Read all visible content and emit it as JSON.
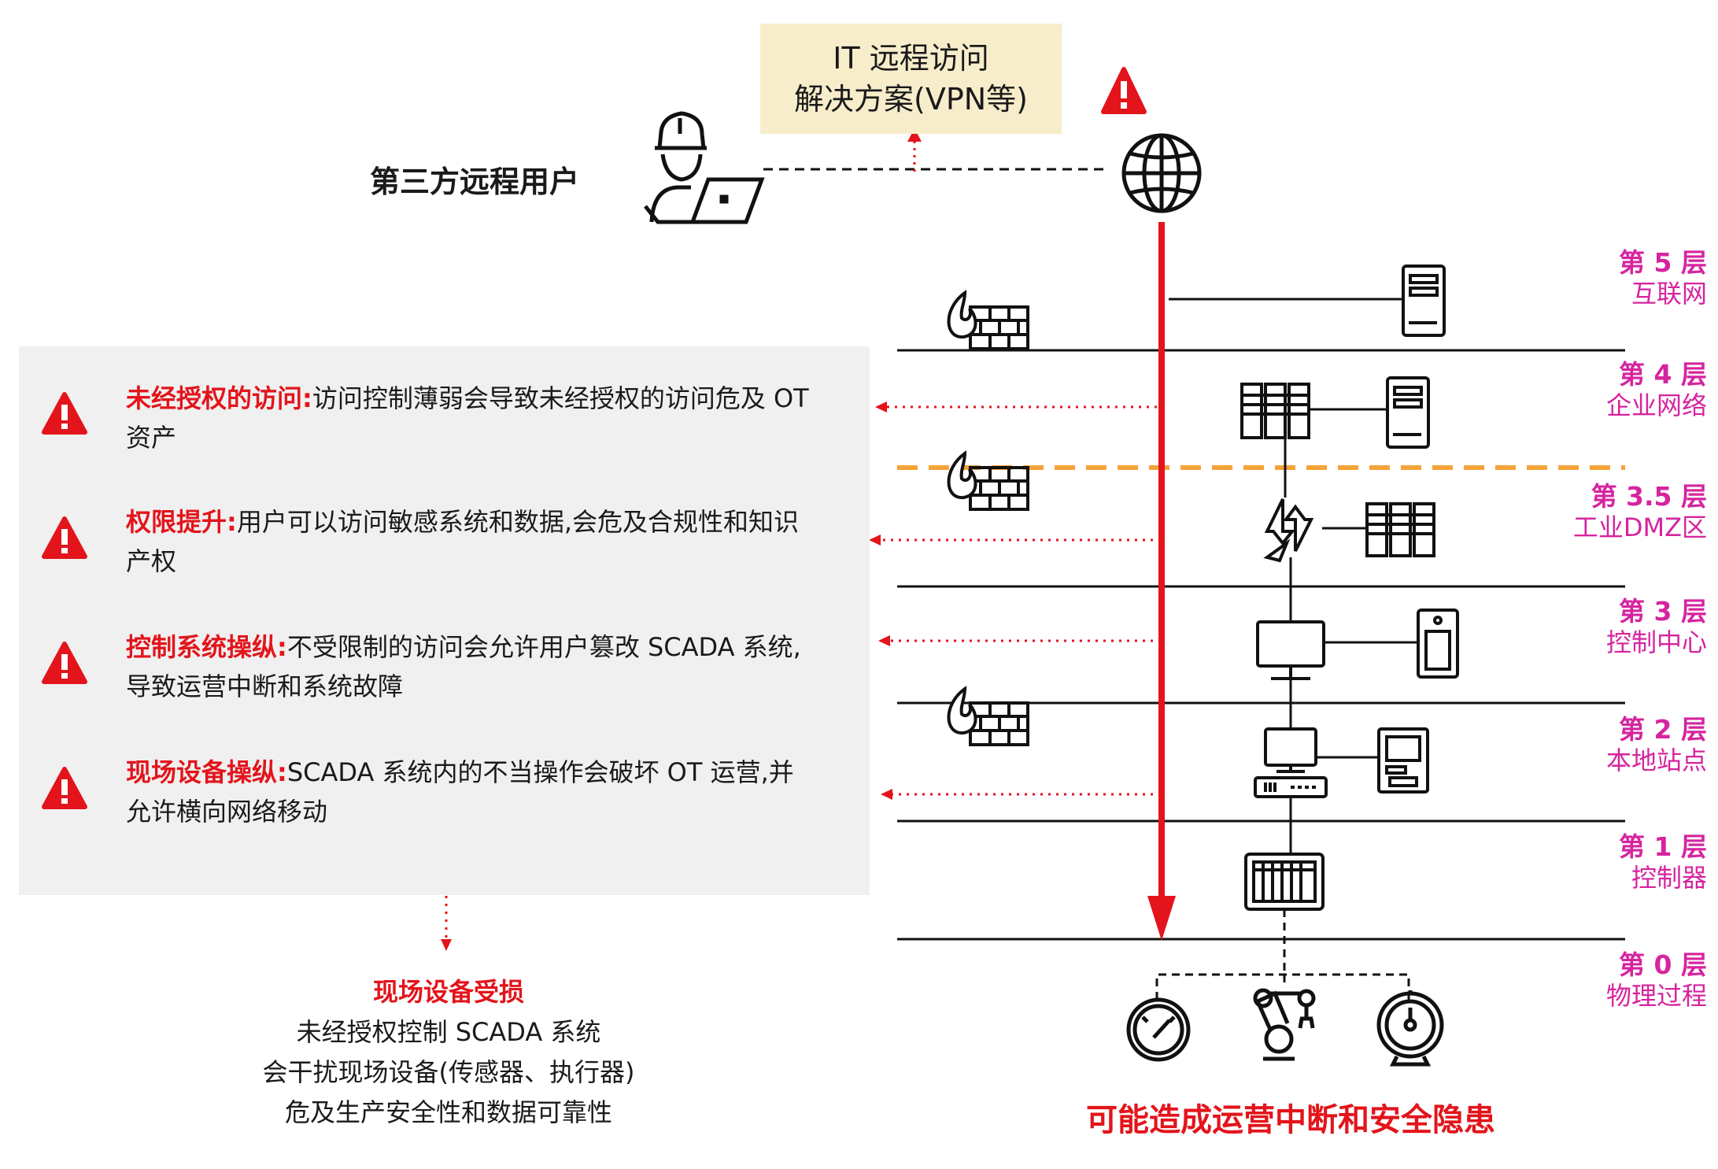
{
  "vpn": {
    "line1": "IT 远程访问",
    "line2": "解决方案(VPN等)"
  },
  "remote_user_label": "第三方远程用户",
  "layers": [
    {
      "num": "第 5 层",
      "name": "互联网"
    },
    {
      "num": "第 4 层",
      "name": "企业网络"
    },
    {
      "num": "第 3.5 层",
      "name": "工业DMZ区"
    },
    {
      "num": "第 3 层",
      "name": "控制中心"
    },
    {
      "num": "第 2 层",
      "name": "本地站点"
    },
    {
      "num": "第 1 层",
      "name": "控制器"
    },
    {
      "num": "第 0 层",
      "name": "物理过程"
    }
  ],
  "risks": [
    {
      "title": "未经授权的访问:",
      "text": "访问控制薄弱会导致未经授权的访问危及 OT 资产"
    },
    {
      "title": "权限提升:",
      "text": "用户可以访问敏感系统和数据,会危及合规性和知识产权"
    },
    {
      "title": "控制系统操纵:",
      "text": "不受限制的访问会允许用户篡改 SCADA 系统,导致运营中断和系统故障"
    },
    {
      "title": "现场设备操纵:",
      "text": "SCADA 系统内的不当操作会破坏 OT 运营,并允许横向网络移动"
    }
  ],
  "damage": {
    "title": "现场设备受损",
    "line1": "未经授权控制 SCADA 系统",
    "line2": "会干扰现场设备(传感器、执行器)",
    "line3": "危及生产安全性和数据可靠性"
  },
  "disruption_text": "可能造成运营中断和安全隐患",
  "colors": {
    "alert_red": "#e3141b",
    "layer_magenta": "#d6249f",
    "dmz_orange": "#f5a43a",
    "vpn_bg": "#f8edcb",
    "panel_bg": "#f0f0f0"
  }
}
